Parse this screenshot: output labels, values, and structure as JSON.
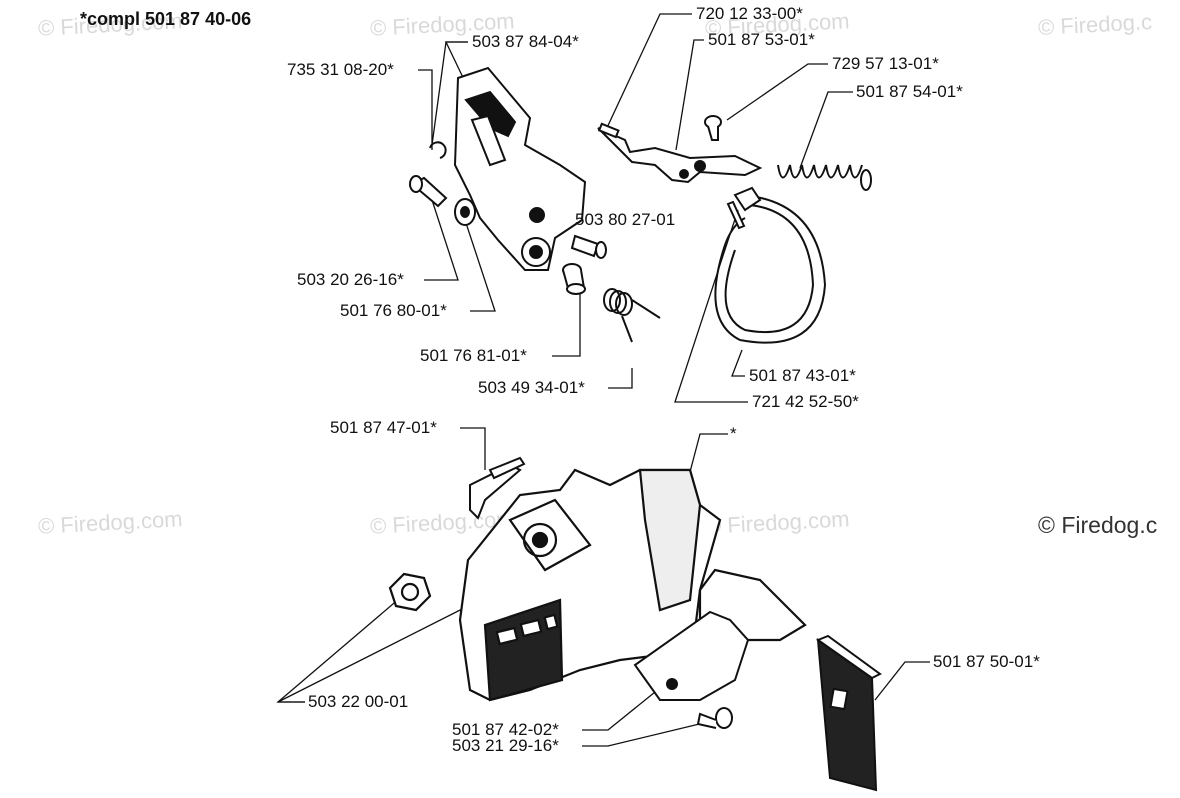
{
  "title": "*compl 501 87 40-06",
  "watermark": {
    "text": "© Firedog.com",
    "edge_text": "© Firedog.c"
  },
  "parts": [
    {
      "id": "p1",
      "label": "503 87 84-04*"
    },
    {
      "id": "p2",
      "label": "735 31 08-20*"
    },
    {
      "id": "p3",
      "label": "720 12 33-00*"
    },
    {
      "id": "p4",
      "label": "501 87 53-01*"
    },
    {
      "id": "p5",
      "label": "729 57 13-01*"
    },
    {
      "id": "p6",
      "label": "501 87 54-01*"
    },
    {
      "id": "p7",
      "label": "503 80 27-01"
    },
    {
      "id": "p8",
      "label": "503 20 26-16*"
    },
    {
      "id": "p9",
      "label": "501 76 80-01*"
    },
    {
      "id": "p10",
      "label": "501 76 81-01*"
    },
    {
      "id": "p11",
      "label": "503 49 34-01*"
    },
    {
      "id": "p12",
      "label": "501 87 43-01*"
    },
    {
      "id": "p13",
      "label": "721 42 52-50*"
    },
    {
      "id": "p14",
      "label": "501 87 47-01*"
    },
    {
      "id": "p15",
      "label": "*"
    },
    {
      "id": "p16",
      "label": "501 87 50-01*"
    },
    {
      "id": "p17",
      "label": "503 22 00-01"
    },
    {
      "id": "p18",
      "label": "501 87 42-02*"
    },
    {
      "id": "p19",
      "label": "503 21 29-16*"
    }
  ]
}
